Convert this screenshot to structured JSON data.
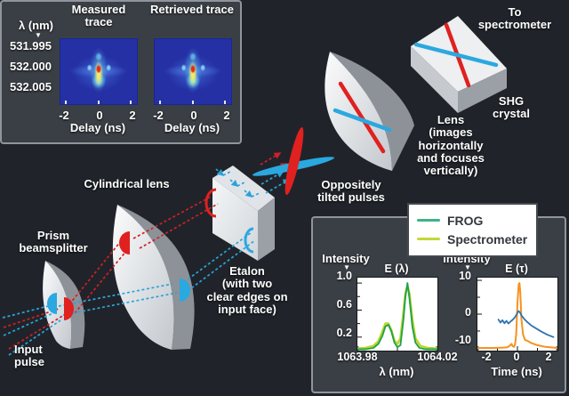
{
  "glyphs": {
    "down_arrow": "▼"
  },
  "diagram": {
    "labels": {
      "input_pulse": "Input\npulse",
      "prism_beamsplitter": "Prism\nbeamsplitter",
      "cylindrical_lens": "Cylindrical lens",
      "etalon": "Etalon\n(with two\nclear edges on\ninput face)",
      "oppositely_tilted": "Oppositely\ntilted pulses",
      "lens_imaging": "Lens\n(images\nhorizontally\nand focuses\nvertically)",
      "shg_crystal": "SHG\ncrystal",
      "to_spectrometer": "To\nspectrometer"
    },
    "beam_colors": {
      "red_pulse": "#e0211f",
      "blue_pulse": "#2aa8e0"
    }
  },
  "bottom_panel": {
    "legend": [
      {
        "label": "FROG",
        "color": "#3cb487"
      },
      {
        "label": "Spectrometer",
        "color": "#c3d735"
      }
    ]
  },
  "chart_data": [
    {
      "type": "heatmap",
      "panels": [
        "Measured trace",
        "Retrieved trace"
      ],
      "ylabel": "λ (nm)",
      "ytick_labels": [
        "531.995",
        "532.000",
        "532.005"
      ],
      "xlabel": "Delay (ns)",
      "xtick_labels": [
        "-2",
        "0",
        "2"
      ],
      "xlim": [
        -3,
        3
      ],
      "ylim": [
        531.993,
        532.007
      ],
      "description": "FROG spectrogram: bright compact pulse feature centered at delay 0 ns, wavelength 532.000 nm, with faint horizontal wings and weak satellite lobes on a dark blue background"
    },
    {
      "type": "line",
      "title": "E (λ)",
      "ylabel": "Intensity",
      "xlabel": "λ (nm)",
      "xlim": [
        1063.98,
        1064.02
      ],
      "ylim": [
        0,
        1.08
      ],
      "yticks": [
        0.2,
        0.6,
        1.0
      ],
      "ytick_labels": [
        "1.0",
        "0.6",
        "0.2"
      ],
      "xticks": [
        1063.98,
        1064.02
      ],
      "xtick_labels": [
        "1063.98",
        "1064.02"
      ],
      "series": [
        {
          "name": "Spectrometer",
          "color": "#bcd531",
          "width": 2.6,
          "x": [
            1063.98,
            1063.984,
            1063.988,
            1063.9905,
            1063.9925,
            1063.994,
            1063.9955,
            1063.997,
            1063.9985,
            1064.0,
            1064.0015,
            1064.003,
            1064.004,
            1064.005,
            1064.006,
            1064.0075,
            1064.009,
            1064.0115,
            1064.015,
            1064.02
          ],
          "y": [
            0.03,
            0.04,
            0.07,
            0.14,
            0.28,
            0.4,
            0.4,
            0.3,
            0.15,
            0.1,
            0.18,
            0.55,
            0.85,
            0.95,
            0.85,
            0.45,
            0.18,
            0.07,
            0.04,
            0.03
          ]
        },
        {
          "name": "FROG",
          "color": "#22a445",
          "width": 1.9,
          "x": [
            1063.98,
            1063.984,
            1063.988,
            1063.9905,
            1063.9925,
            1063.994,
            1063.9955,
            1063.997,
            1063.9985,
            1064.0,
            1064.0015,
            1064.003,
            1064.004,
            1064.005,
            1064.006,
            1064.0075,
            1064.009,
            1064.011,
            1064.014,
            1064.02
          ],
          "y": [
            0.02,
            0.02,
            0.04,
            0.1,
            0.22,
            0.36,
            0.38,
            0.28,
            0.12,
            0.05,
            0.08,
            0.45,
            0.8,
            1.0,
            0.78,
            0.35,
            0.12,
            0.04,
            0.02,
            0.02
          ]
        }
      ]
    },
    {
      "type": "line",
      "title": "E (τ)",
      "ylabel": "Intensity",
      "xlabel": "Time (ns)",
      "xlim": [
        -2,
        2
      ],
      "ylim": [
        -10.8,
        10.8
      ],
      "yticks": [
        -10,
        0,
        10
      ],
      "ytick_labels": [
        "10",
        "0",
        "-10"
      ],
      "xticks": [
        -2,
        0,
        2
      ],
      "xtick_labels": [
        "-2",
        "0",
        "2"
      ],
      "series": [
        {
          "name": "orange",
          "color": "#f6921e",
          "width": 2,
          "x": [
            -2,
            -1.2,
            -0.7,
            -0.5,
            -0.38,
            -0.3,
            -0.24,
            -0.18,
            -0.12,
            -0.06,
            0,
            0.06,
            0.1,
            0.14,
            0.2,
            0.28,
            0.38,
            0.5,
            0.7,
            1.0,
            1.4,
            2
          ],
          "y": [
            -10,
            -10,
            -9.9,
            -9.8,
            -9.3,
            -8.8,
            -9.4,
            -9.7,
            -9.0,
            -6.0,
            3.0,
            8.8,
            9.2,
            6.5,
            -1.5,
            -6.0,
            -7.6,
            -7.9,
            -8.6,
            -9.2,
            -9.7,
            -10
          ]
        },
        {
          "name": "blue",
          "color": "#2e73ae",
          "width": 1.8,
          "x": [
            -0.95,
            -0.85,
            -0.75,
            -0.65,
            -0.55,
            -0.45,
            -0.35,
            -0.25,
            -0.15,
            -0.05,
            0.05,
            0.12,
            0.2,
            0.35,
            0.5,
            0.7,
            0.95,
            1.2,
            1.5,
            1.8
          ],
          "y": [
            -1.6,
            -2.5,
            -1.8,
            -2.7,
            -2.0,
            -2.8,
            -2.2,
            -1.7,
            -1.1,
            -0.2,
            0.9,
            0.6,
            -0.4,
            -1.5,
            -2.4,
            -3.4,
            -4.3,
            -5.2,
            -6.1,
            -6.8
          ]
        }
      ]
    }
  ]
}
